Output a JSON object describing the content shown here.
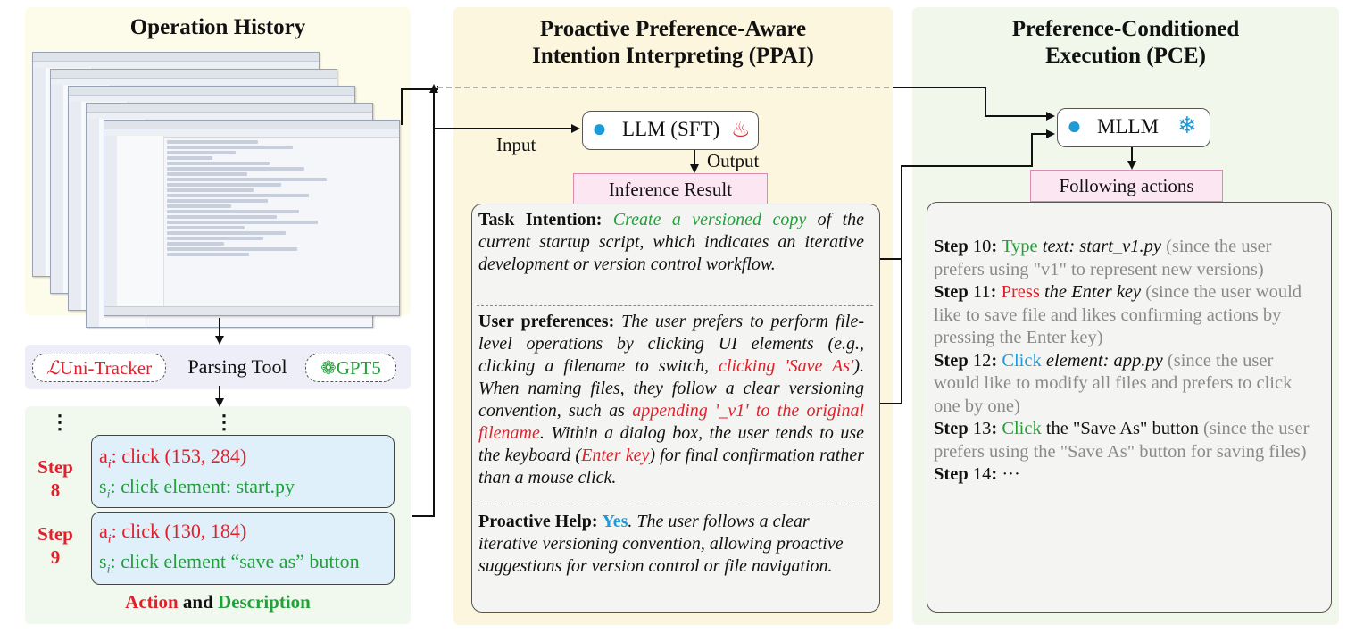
{
  "colors": {
    "red": "#e0202a",
    "green": "#22a03a",
    "blue": "#1e9ad6",
    "gray": "#8a8a8a",
    "panel_left": "#fdfbea",
    "panel_mid": "#fcf6de",
    "panel_right": "#f2f7ec",
    "pink": "#fce6f2",
    "stepbox": "#dff0fb"
  },
  "left": {
    "title": "Operation History",
    "tools": {
      "left": "Uni-Tracker",
      "center": "Parsing Tool",
      "right": "GPT5"
    },
    "ellipsis": "⋮",
    "steps": [
      {
        "label_line1": "Step",
        "label_line2": "8",
        "a_prefix": "a",
        "a_sub": "i",
        "a_text": ": click (153, 284)",
        "s_prefix": "s",
        "s_sub": "i",
        "s_text": ": click element:  start.py"
      },
      {
        "label_line1": "Step",
        "label_line2": "9",
        "a_prefix": "a",
        "a_sub": "i",
        "a_text": ": click (130, 184)",
        "s_prefix": "s",
        "s_sub": "i",
        "s_text": ": click element “save as” button"
      }
    ],
    "footer_action": "Action",
    "footer_and": " and ",
    "footer_description": "Description"
  },
  "middle": {
    "title_line1": "Proactive Preference-Aware",
    "title_line2": "Intention Interpreting (PPAI)",
    "llm_label": "LLM (SFT)",
    "input_label": "Input",
    "output_label": "Output",
    "result_header": "Inference Result",
    "task": {
      "label": "Task Intention:",
      "green": "Create a versioned copy",
      "rest": " of the current startup script, which indicates an iterative development or version control workflow."
    },
    "prefs": {
      "label": "User preferences:",
      "t1": " The user prefers to perform file-level operations by clicking UI elements (e.g., clicking a filename to switch, ",
      "r1": "clicking 'Save As'",
      "t2": "). When naming files, they follow a clear versioning convention, such as ",
      "r2": "appending '_v1' to the original filename",
      "t3": ". Within a dialog box, the user tends to use the keyboard (",
      "r3": "Enter key",
      "t4": ") for final confirmation rather than a mouse click."
    },
    "help": {
      "label": "Proactive Help:",
      "yes": "Yes",
      "rest": ". The user follows a clear iterative versioning convention, allowing proactive suggestions for version control or file navigation."
    }
  },
  "right": {
    "title_line1": "Preference-Conditioned",
    "title_line2": "Execution (PCE)",
    "mllm_label": "MLLM",
    "actions_header": "Following actions",
    "steps": [
      {
        "label": "Step",
        "num": " 10",
        "colon": ":",
        "verb": " Type",
        "arg": " text: start_v1.py",
        "reason": " (since the user prefers using \"v1\" to represent new versions)"
      },
      {
        "label": "Step",
        "num": " 11",
        "colon": ":",
        "verb": " Press",
        "arg": " the Enter key",
        "reason": " (since the user would like to save file and likes confirming actions by pressing the Enter key)"
      },
      {
        "label": "Step",
        "num": " 12",
        "colon": ":",
        "verb": " Click",
        "arg": " element: app.py",
        "reason": " (since the user would like to modify all files and prefers to click one by one)"
      },
      {
        "label": "Step",
        "num": " 13",
        "colon": ":",
        "verb": " Click",
        "arg": " the \"Save As\" button",
        "reason": " (since the user prefers using the \"Save As\" button for saving files)"
      },
      {
        "label": "Step",
        "num": " 14",
        "colon": ":",
        "verb": " ···",
        "arg": "",
        "reason": ""
      }
    ]
  }
}
